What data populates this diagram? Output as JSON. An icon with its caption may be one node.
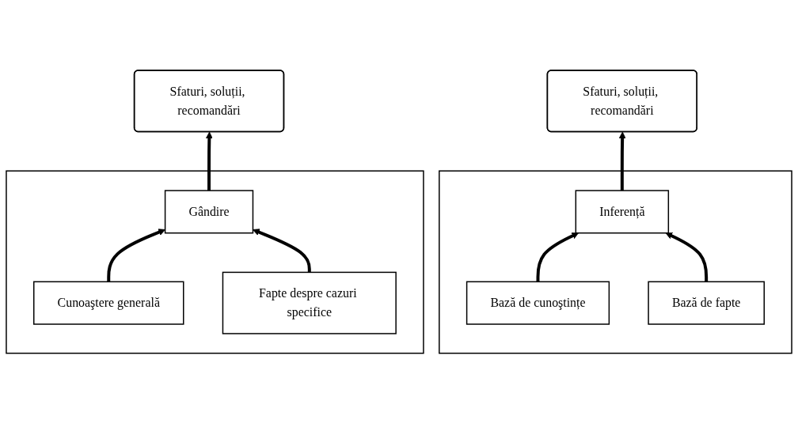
{
  "diagram": {
    "nodes": [
      {
        "text": [
          "Sfaturi, soluții, recomandări"
        ]
      },
      {
        "text": [],
        "shape": "box"
      },
      {
        "text": [
          "Gândire"
        ],
        "in": 1
      },
      {
        "text": [
          "Cunoaştere generală"
        ],
        "in": 1
      },
      {
        "text": [
          "Fapte despre cazuri specifice"
        ],
        "in": 1
      },
      {
        "text": [
          "Sfaturi, soluții, recomandări"
        ]
      },
      {
        "text": [],
        "shape": "box"
      },
      {
        "text": [
          "Inferență"
        ],
        "in": 6
      },
      {
        "text": [
          "Bază de cunoştințe"
        ],
        "in": 6
      },
      {
        "text": [
          "Bază de fapte"
        ],
        "in": 6
      }
    ],
    "edges": [
      {
        "from": 2,
        "to": 0,
        "arrow": "to"
      },
      {
        "from": 3,
        "to": 2,
        "arrow": "to"
      },
      {
        "from": 4,
        "to": 2,
        "arrow": "to"
      },
      {
        "from": 7,
        "to": 5,
        "arrow": "to"
      },
      {
        "from": 8,
        "to": 7,
        "arrow": "to"
      },
      {
        "from": 9,
        "to": 7,
        "arrow": "to"
      }
    ]
  }
}
